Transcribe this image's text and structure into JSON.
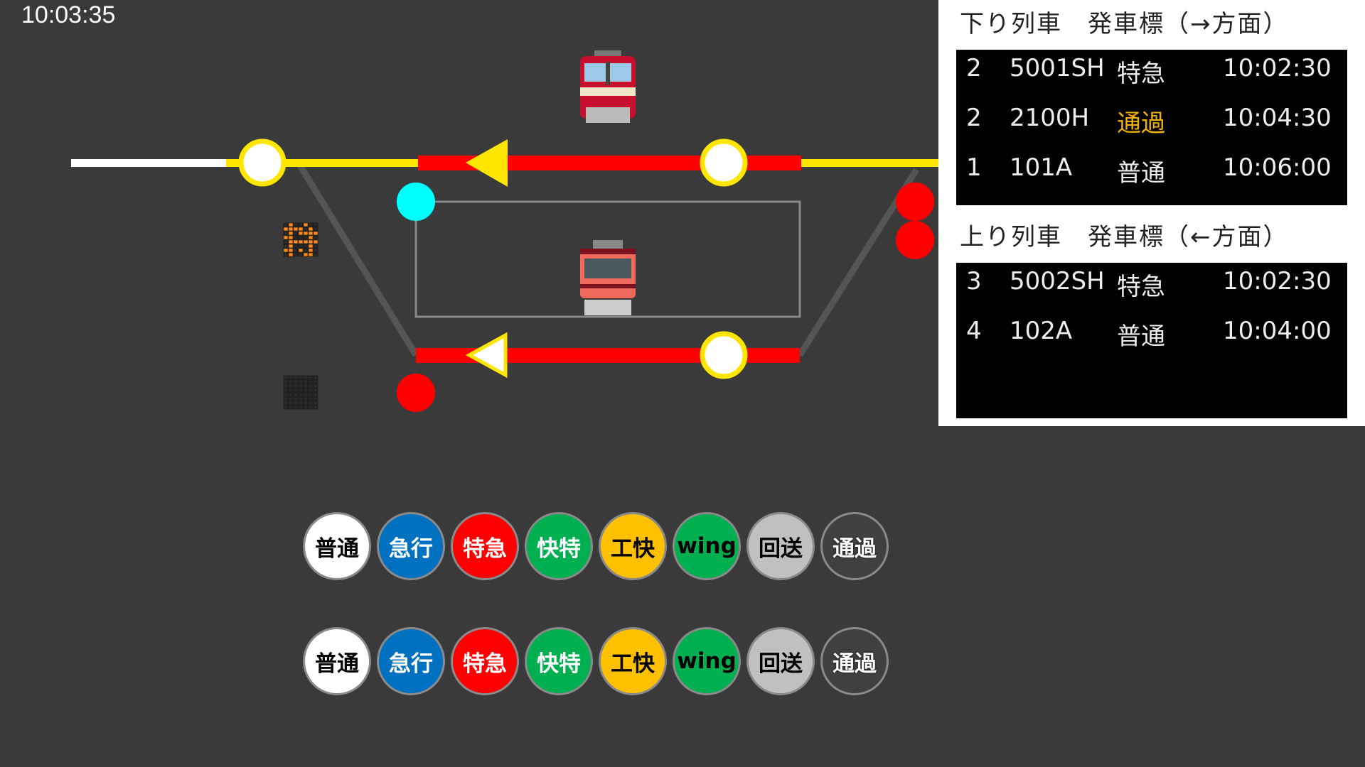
{
  "clock": "10:03:35",
  "down_board": {
    "title": "下り列車　発車標（→方面）",
    "rows": [
      {
        "track": "2",
        "train": "5001SH",
        "type": "特急",
        "time": "10:02:30",
        "type_color": "#eeeeee"
      },
      {
        "track": "2",
        "train": "2100H",
        "type": "通過",
        "time": "10:04:30",
        "type_color": "#f0b400"
      },
      {
        "track": "1",
        "train": "101A",
        "type": "普通",
        "time": "10:06:00",
        "type_color": "#eeeeee"
      }
    ]
  },
  "up_board": {
    "title": "上り列車　発車標（←方面）",
    "rows": [
      {
        "track": "3",
        "train": "5002SH",
        "type": "特急",
        "time": "10:02:30",
        "type_color": "#eeeeee"
      },
      {
        "track": "4",
        "train": "102A",
        "type": "普通",
        "time": "10:04:00",
        "type_color": "#eeeeee"
      }
    ]
  },
  "type_buttons_row1": [
    {
      "label": "普通",
      "bg": "#ffffff",
      "fg": "#000000"
    },
    {
      "label": "急行",
      "bg": "#0070c0",
      "fg": "#ffffff"
    },
    {
      "label": "特急",
      "bg": "#ff0000",
      "fg": "#ffffff"
    },
    {
      "label": "快特",
      "bg": "#00b050",
      "fg": "#ffffff"
    },
    {
      "label": "工快",
      "bg": "#ffc000",
      "fg": "#000000"
    },
    {
      "label": "wing",
      "bg": "#00b050",
      "fg": "#000000"
    },
    {
      "label": "回送",
      "bg": "#c0c0c0",
      "fg": "#000000"
    },
    {
      "label": "通過",
      "bg": "#404040",
      "fg": "#ffffff"
    }
  ],
  "type_buttons_row2": [
    {
      "label": "普通",
      "bg": "#ffffff",
      "fg": "#000000"
    },
    {
      "label": "急行",
      "bg": "#0070c0",
      "fg": "#ffffff"
    },
    {
      "label": "特急",
      "bg": "#ff0000",
      "fg": "#ffffff"
    },
    {
      "label": "快特",
      "bg": "#00b050",
      "fg": "#ffffff"
    },
    {
      "label": "工快",
      "bg": "#ffc000",
      "fg": "#000000"
    },
    {
      "label": "wing",
      "bg": "#00b050",
      "fg": "#000000"
    },
    {
      "label": "回送",
      "bg": "#c0c0c0",
      "fg": "#000000"
    },
    {
      "label": "通過",
      "bg": "#404040",
      "fg": "#ffffff"
    }
  ],
  "colors": {
    "occupied": "#ff0000",
    "route": "#ffe600",
    "signal_proceed": "#00ffff",
    "signal_stop": "#ff0000",
    "led": "#ff8a1a"
  }
}
